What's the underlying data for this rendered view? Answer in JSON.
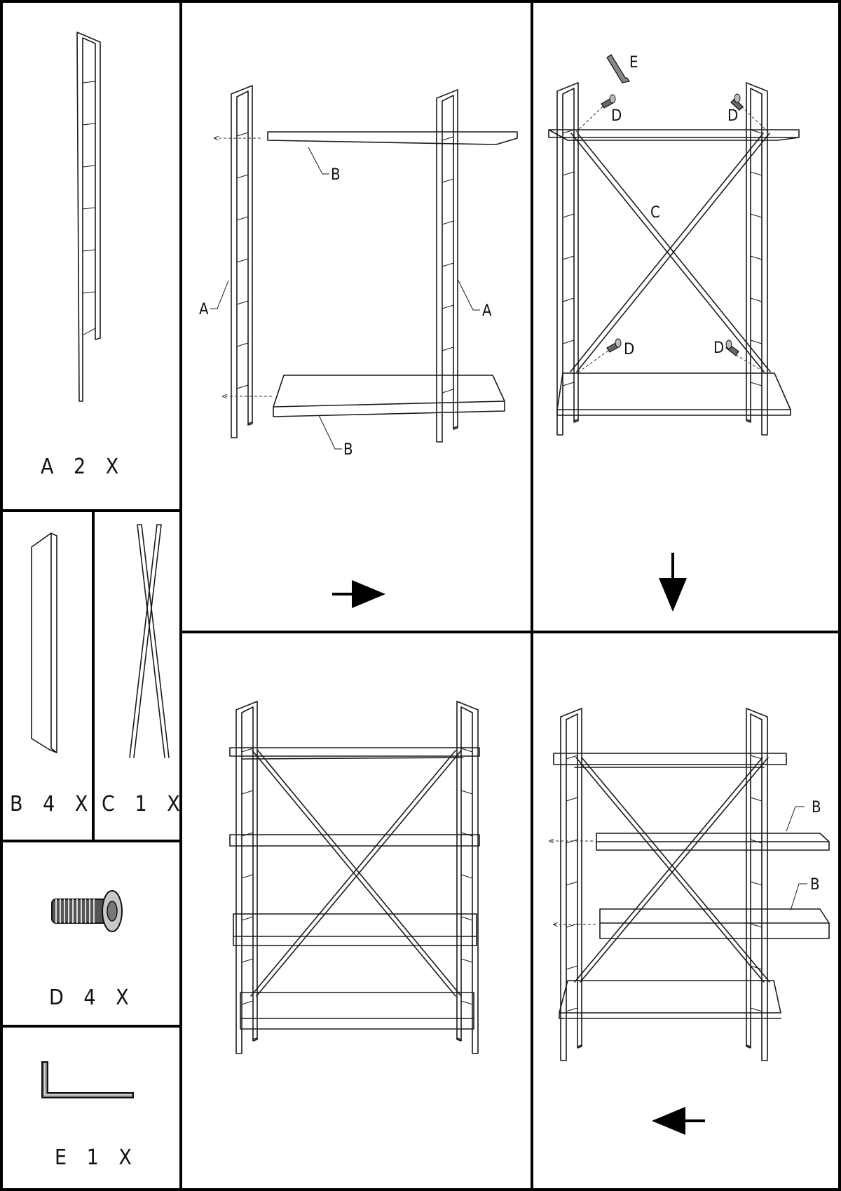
{
  "parts": [
    {
      "letter": "A",
      "qty": "2",
      "mult": "X"
    },
    {
      "letter": "B",
      "qty": "4",
      "mult": "X"
    },
    {
      "letter": "C",
      "qty": "1",
      "mult": "X"
    },
    {
      "letter": "D",
      "qty": "4",
      "mult": "X"
    },
    {
      "letter": "E",
      "qty": "1",
      "mult": "X"
    }
  ],
  "callouts": {
    "frame": "A",
    "shelf": "B",
    "cross_brace": "C",
    "screw": "D",
    "allen_key": "E"
  },
  "step_arrows": [
    "right",
    "down",
    "left"
  ],
  "colors": {
    "line": "#1a1a1a",
    "background": "#ffffff"
  }
}
